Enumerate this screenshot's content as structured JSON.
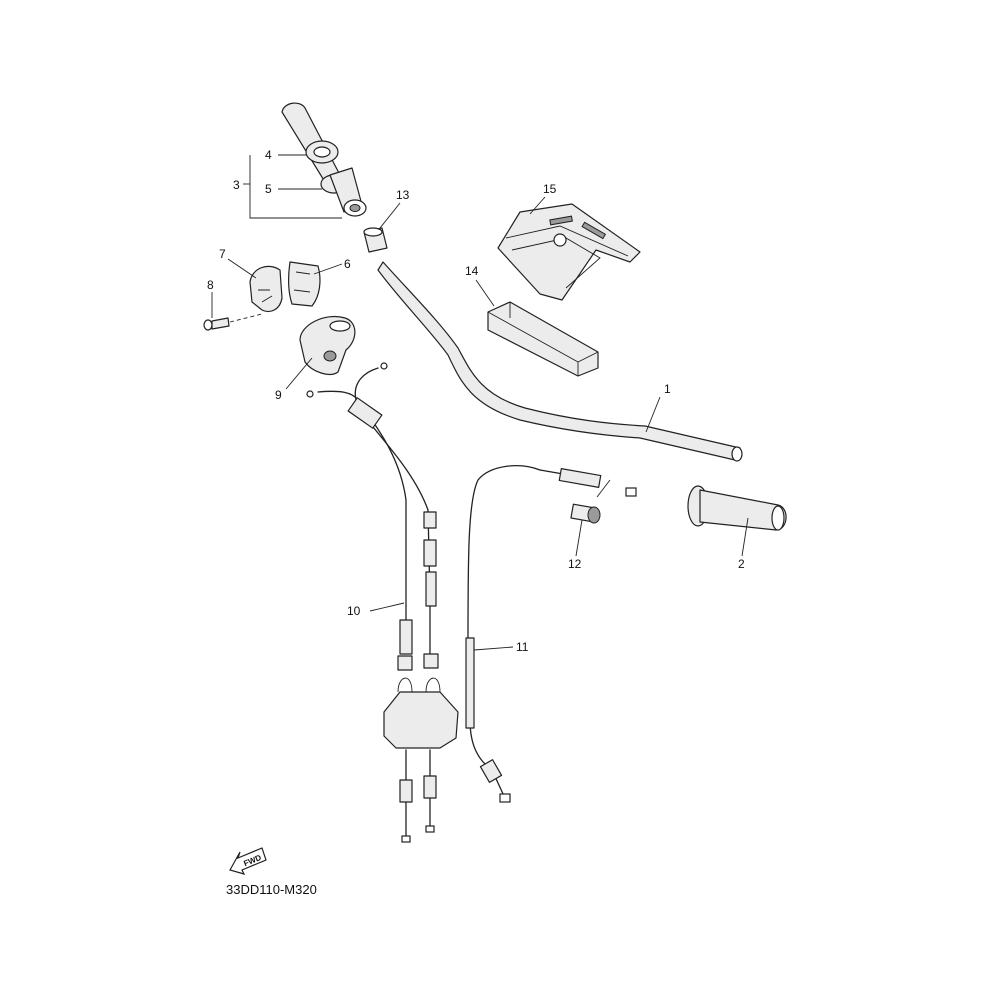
{
  "diagram": {
    "code": "33DD110-M320",
    "fwd_label": "FWD"
  },
  "callouts": {
    "c1": "1",
    "c2": "2",
    "c3": "3",
    "c4": "4",
    "c5": "5",
    "c6": "6",
    "c7": "7",
    "c8": "8",
    "c9": "9",
    "c10": "10",
    "c11": "11",
    "c12": "12",
    "c13": "13",
    "c14": "14",
    "c15": "15"
  }
}
